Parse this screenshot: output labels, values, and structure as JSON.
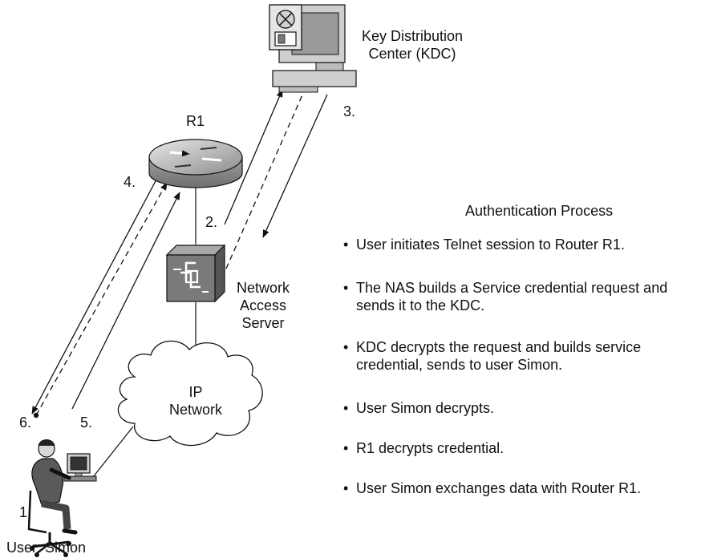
{
  "nodes": {
    "kdc": {
      "label_line1": "Key Distribution",
      "label_line2": "Center (KDC)"
    },
    "router": {
      "label": "R1"
    },
    "nas": {
      "label_line1": "Network",
      "label_line2": "Access",
      "label_line3": "Server"
    },
    "network": {
      "label_line1": "IP",
      "label_line2": "Network"
    },
    "user": {
      "label": "User: Simon"
    }
  },
  "step_numbers": {
    "s1": "1.",
    "s2": "2.",
    "s3": "3.",
    "s4": "4.",
    "s5": "5.",
    "s6": "6."
  },
  "process": {
    "title": "Authentication Process",
    "bullet": "•",
    "steps": [
      "User initiates Telnet session to Router R1.",
      "The NAS builds a Service credential request and sends it to the KDC.",
      "KDC decrypts the request and builds service credential, sends to user Simon.",
      "User Simon decrypts.",
      "R1 decrypts credential.",
      "User Simon exchanges data with Router R1."
    ]
  },
  "colors": {
    "ink": "#111111",
    "router_body": "#b8b8b8",
    "nas_body": "#7a7a7a",
    "computer_body": "#cfcfcf"
  },
  "icons": {
    "kdc": "workstation-server-icon",
    "router": "router-icon",
    "nas": "network-access-server-icon",
    "network": "cloud-icon",
    "user": "user-at-computer-icon"
  }
}
